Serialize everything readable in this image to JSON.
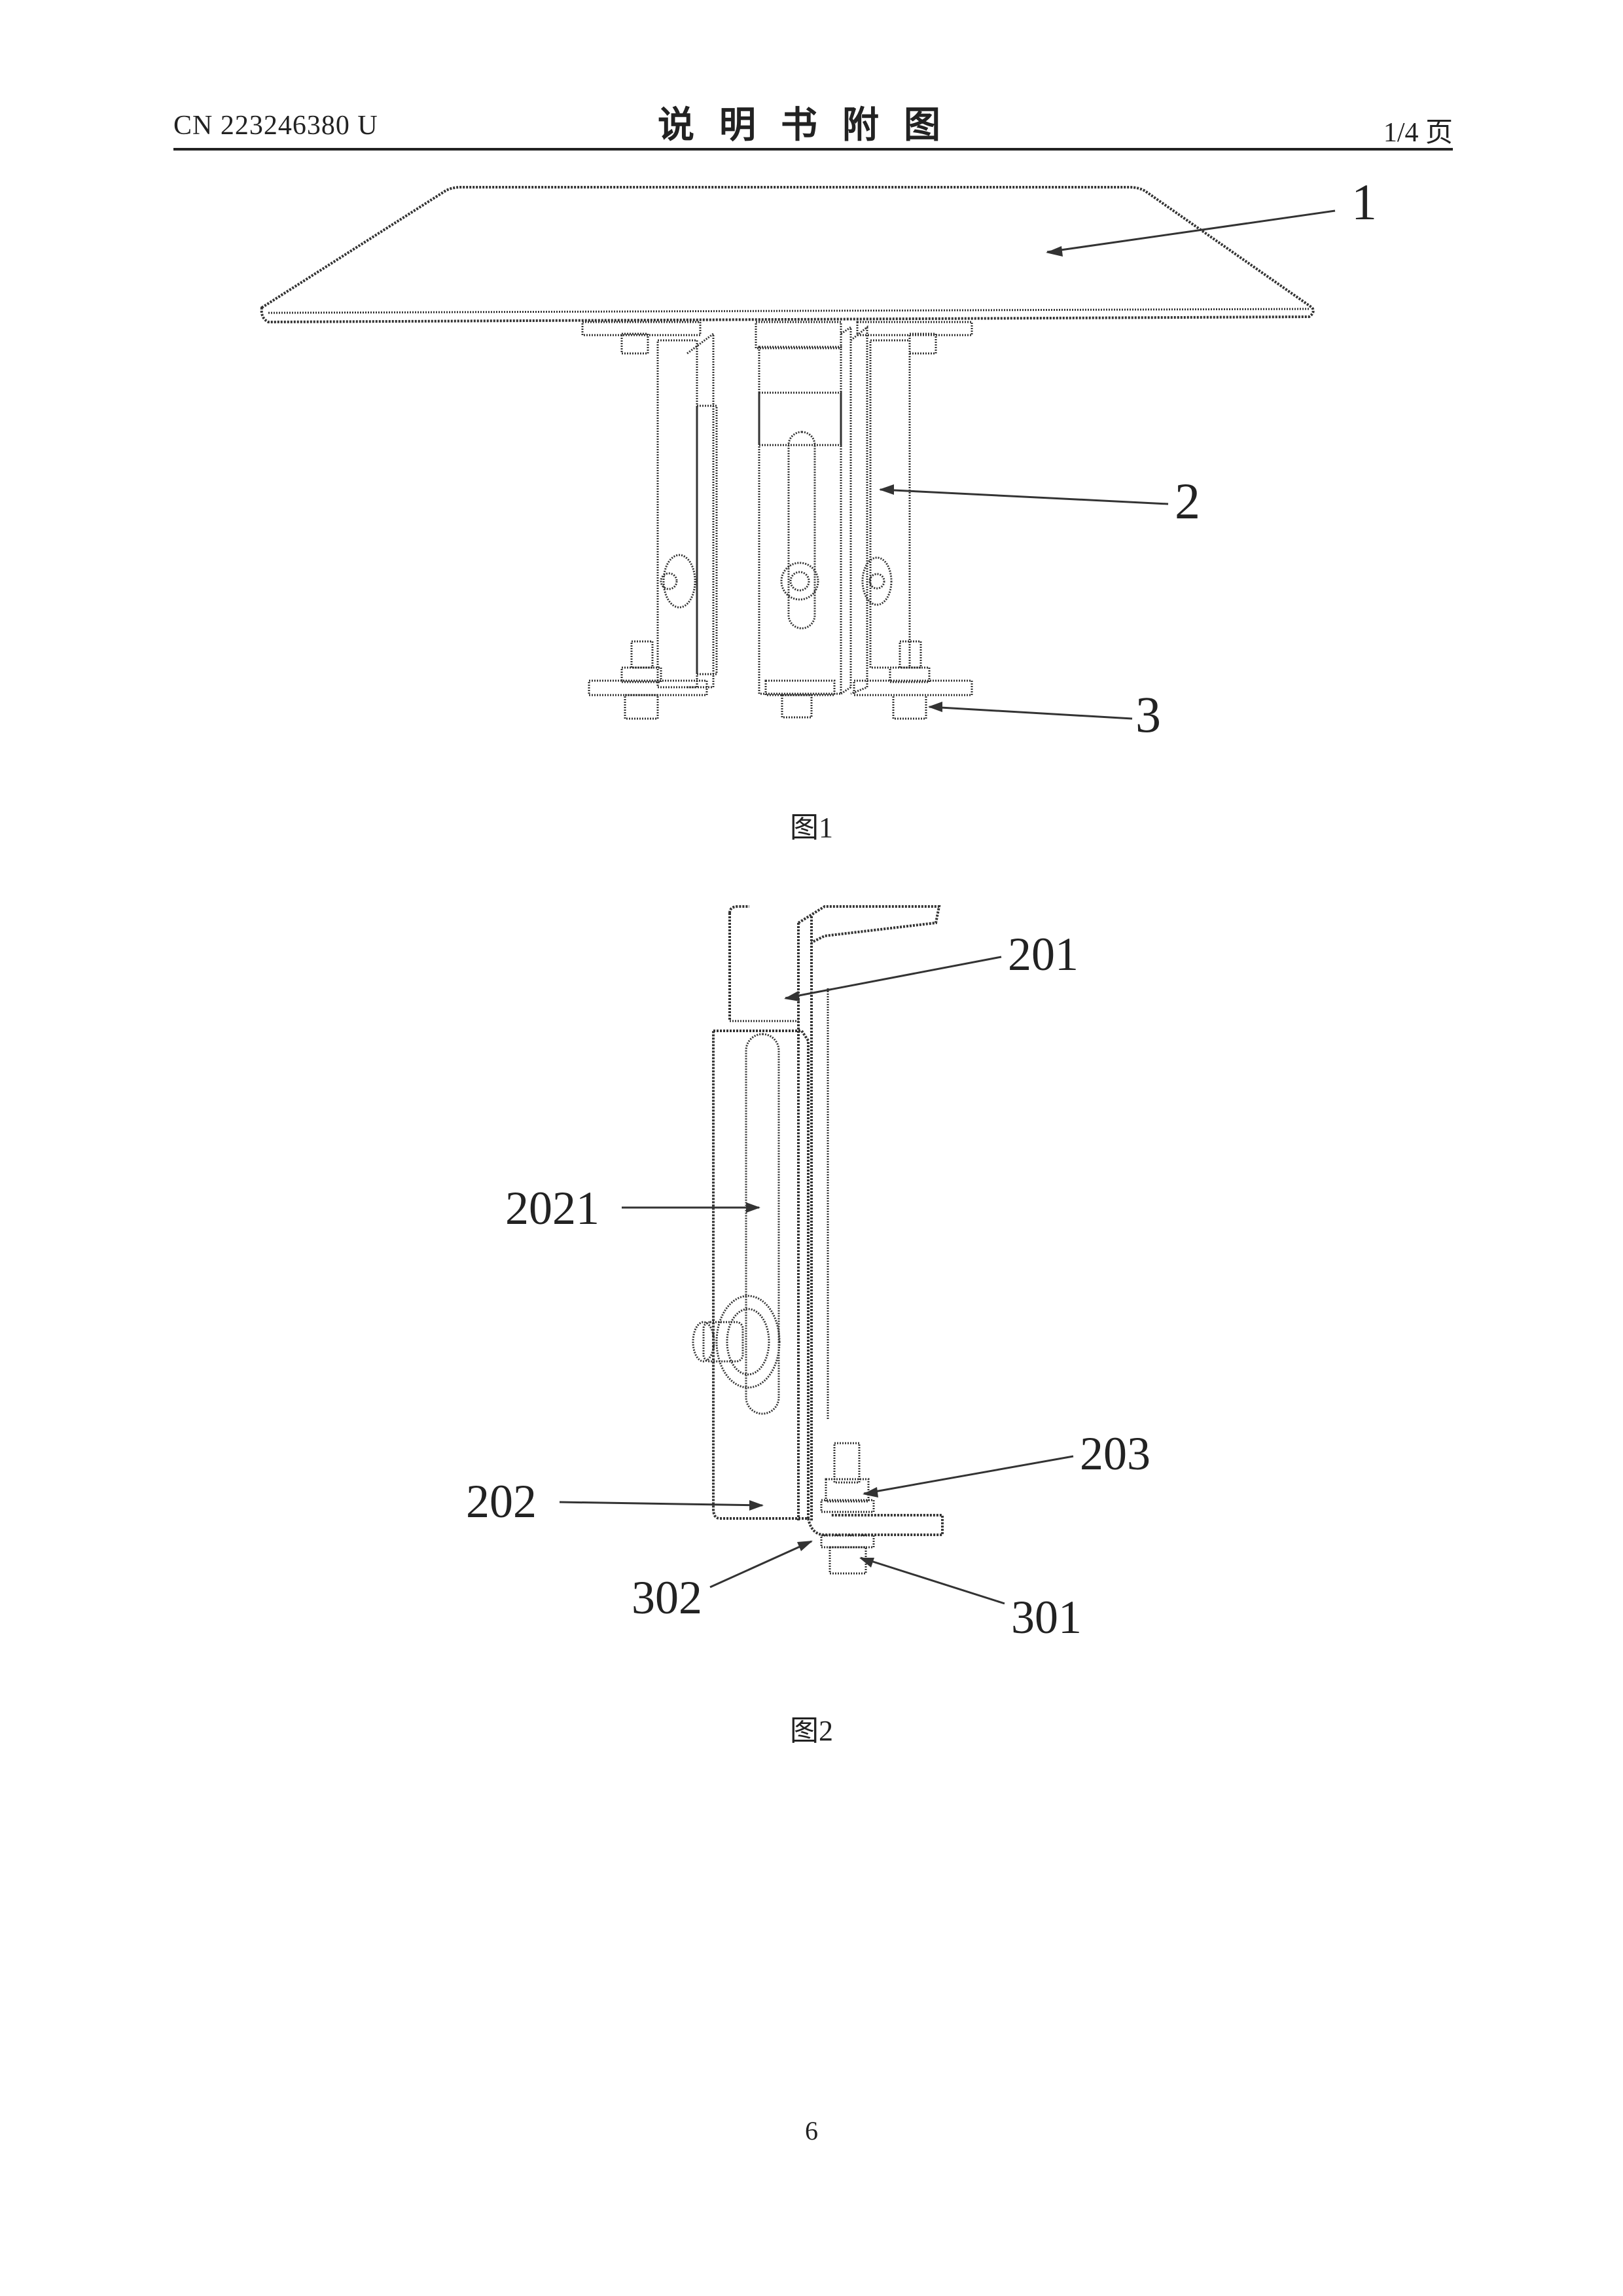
{
  "header": {
    "patent_number": "CN 223246380 U",
    "title": "说明书附图",
    "page_info": "1/4 页"
  },
  "figures": [
    {
      "caption": "图1",
      "labels": [
        "1",
        "2",
        "3"
      ]
    },
    {
      "caption": "图2",
      "labels": [
        "201",
        "2021",
        "203",
        "202",
        "302",
        "301"
      ]
    }
  ],
  "footer": {
    "page_number": "6"
  }
}
